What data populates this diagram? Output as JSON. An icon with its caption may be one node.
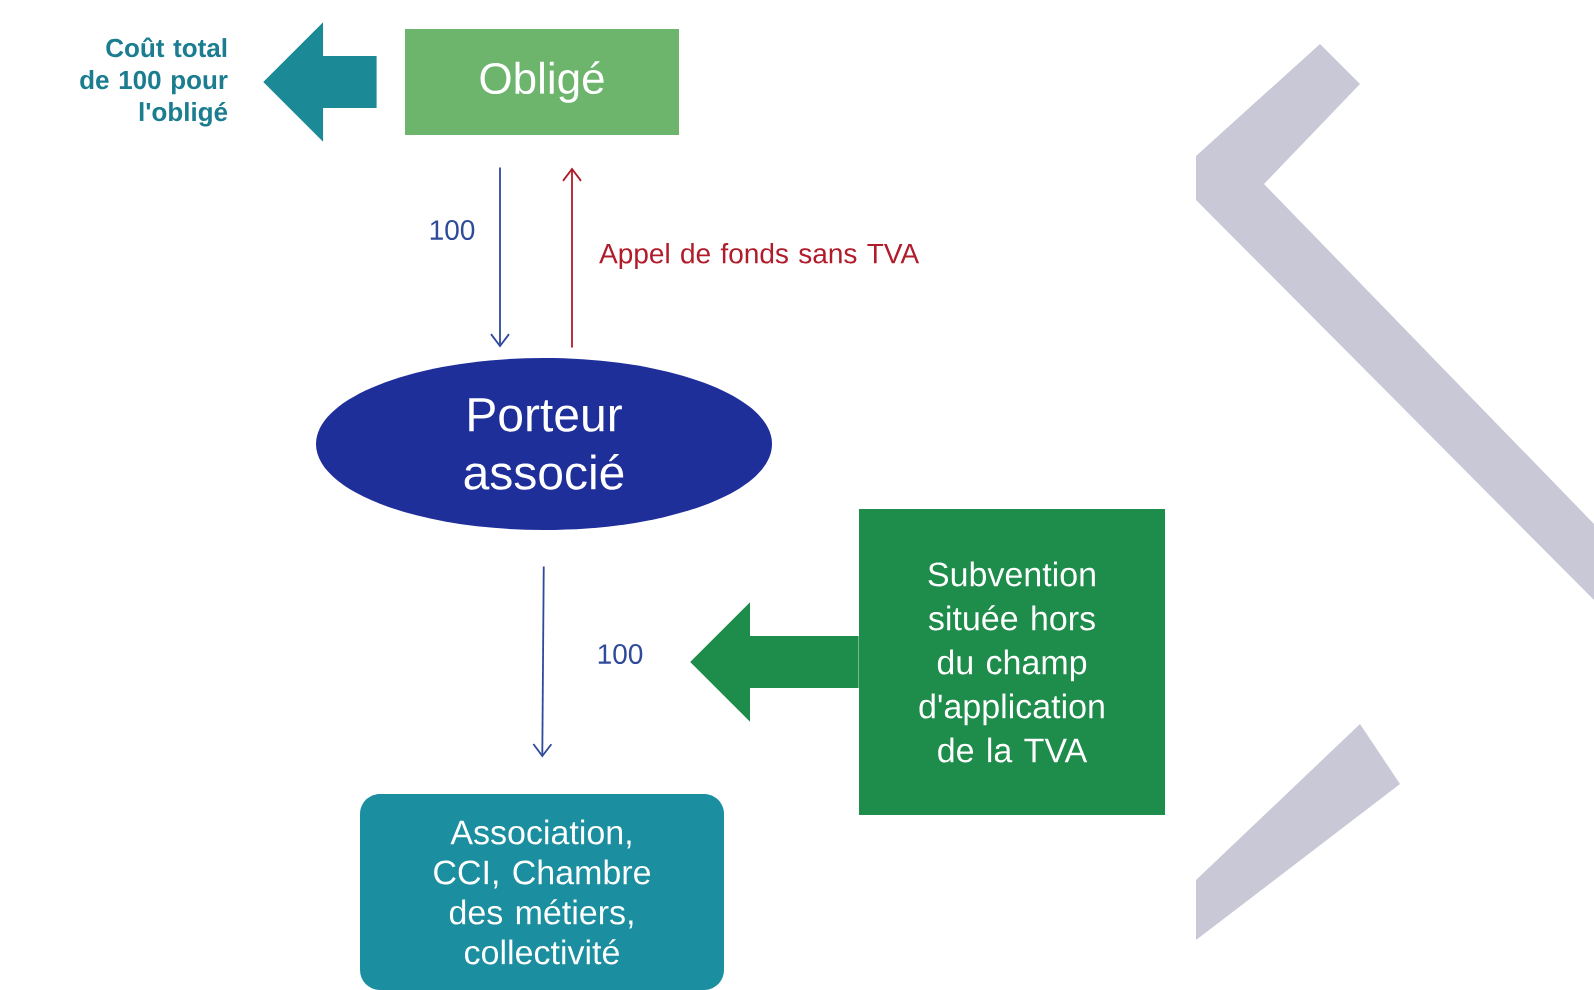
{
  "diagram": {
    "nodes": [
      {
        "text": [
          "Coût total de 100 pour l'obligé"
        ]
      },
      {
        "text": [
          "Obligé"
        ]
      },
      {
        "text": [
          "Porteur associé"
        ]
      },
      {
        "text": [
          "Subvention située hors du champ d'application de la TVA"
        ]
      },
      {
        "text": [
          "Association, CCI, Chambre des métiers, collectivité"
        ]
      }
    ],
    "edges": [
      {
        "from": 1,
        "to": 0,
        "arrow": "to",
        "style": "thick",
        "color": "#1b8a96"
      },
      {
        "from": 1,
        "to": 2,
        "arrow": "to",
        "label": "100"
      },
      {
        "from": 2,
        "to": 1,
        "arrow": "to",
        "label": "Appel de fonds sans TVA",
        "color": "#b01c2a"
      },
      {
        "from": 2,
        "to": 4,
        "arrow": "to",
        "label": "100"
      },
      {
        "from": 3,
        "to": null,
        "arrow": "to",
        "style": "thick",
        "color": "#1e8c4a"
      }
    ]
  }
}
